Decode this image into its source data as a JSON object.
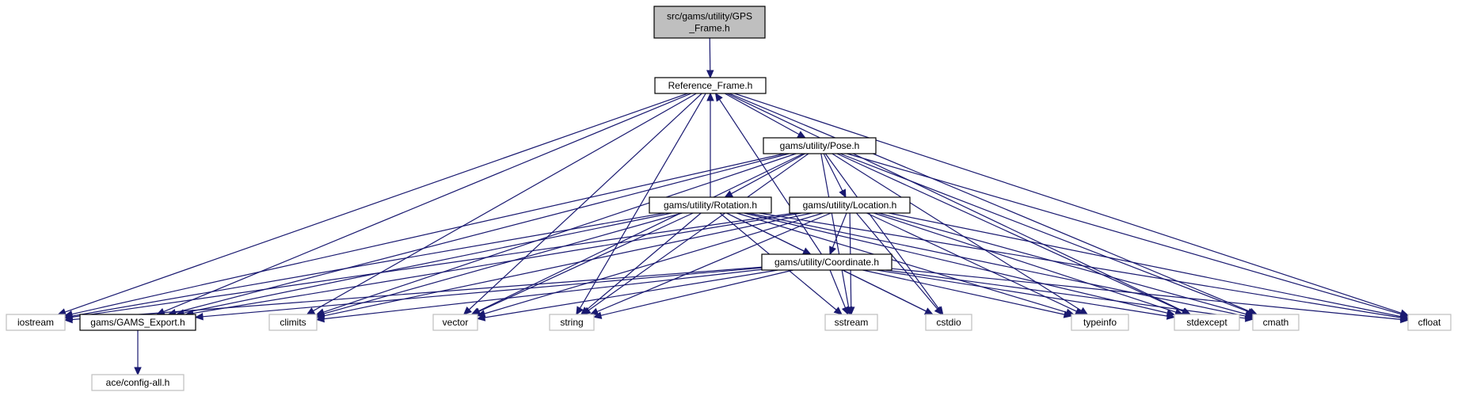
{
  "colors": {
    "edge": "#191970",
    "root_fill": "#bfbfbf",
    "external_border": "#bfbfbf",
    "node_border": "#000000"
  },
  "nodes": [
    {
      "id": "gps_frame",
      "lines": [
        "src/gams/utility/GPS",
        "_Frame.h"
      ],
      "kind": "root"
    },
    {
      "id": "reference_frame",
      "lines": [
        "Reference_Frame.h"
      ],
      "kind": "primary"
    },
    {
      "id": "pose",
      "lines": [
        "gams/utility/Pose.h"
      ],
      "kind": "primary"
    },
    {
      "id": "rotation",
      "lines": [
        "gams/utility/Rotation.h"
      ],
      "kind": "primary"
    },
    {
      "id": "location",
      "lines": [
        "gams/utility/Location.h"
      ],
      "kind": "primary"
    },
    {
      "id": "coordinate",
      "lines": [
        "gams/utility/Coordinate.h"
      ],
      "kind": "primary"
    },
    {
      "id": "iostream",
      "lines": [
        "iostream"
      ],
      "kind": "external"
    },
    {
      "id": "gams_export",
      "lines": [
        "gams/GAMS_Export.h"
      ],
      "kind": "primary"
    },
    {
      "id": "climits",
      "lines": [
        "climits"
      ],
      "kind": "external"
    },
    {
      "id": "vector",
      "lines": [
        "vector"
      ],
      "kind": "external"
    },
    {
      "id": "string",
      "lines": [
        "string"
      ],
      "kind": "external"
    },
    {
      "id": "sstream",
      "lines": [
        "sstream"
      ],
      "kind": "external"
    },
    {
      "id": "cstdio",
      "lines": [
        "cstdio"
      ],
      "kind": "external"
    },
    {
      "id": "typeinfo",
      "lines": [
        "typeinfo"
      ],
      "kind": "external"
    },
    {
      "id": "stdexcept",
      "lines": [
        "stdexcept"
      ],
      "kind": "external"
    },
    {
      "id": "cmath",
      "lines": [
        "cmath"
      ],
      "kind": "external"
    },
    {
      "id": "cfloat",
      "lines": [
        "cfloat"
      ],
      "kind": "external"
    },
    {
      "id": "ace_config",
      "lines": [
        "ace/config-all.h"
      ],
      "kind": "external"
    }
  ],
  "edges": [
    [
      "gps_frame",
      "reference_frame"
    ],
    [
      "reference_frame",
      "pose"
    ],
    [
      "reference_frame",
      "iostream"
    ],
    [
      "reference_frame",
      "gams_export"
    ],
    [
      "reference_frame",
      "climits"
    ],
    [
      "reference_frame",
      "vector"
    ],
    [
      "reference_frame",
      "string"
    ],
    [
      "reference_frame",
      "stdexcept"
    ],
    [
      "reference_frame",
      "cmath"
    ],
    [
      "reference_frame",
      "cfloat"
    ],
    [
      "pose",
      "rotation"
    ],
    [
      "pose",
      "location"
    ],
    [
      "pose",
      "iostream"
    ],
    [
      "pose",
      "gams_export"
    ],
    [
      "pose",
      "climits"
    ],
    [
      "pose",
      "vector"
    ],
    [
      "pose",
      "string"
    ],
    [
      "pose",
      "sstream"
    ],
    [
      "pose",
      "cstdio"
    ],
    [
      "pose",
      "typeinfo"
    ],
    [
      "pose",
      "stdexcept"
    ],
    [
      "pose",
      "cmath"
    ],
    [
      "pose",
      "cfloat"
    ],
    [
      "rotation",
      "reference_frame"
    ],
    [
      "rotation",
      "coordinate"
    ],
    [
      "rotation",
      "iostream"
    ],
    [
      "rotation",
      "gams_export"
    ],
    [
      "rotation",
      "climits"
    ],
    [
      "rotation",
      "vector"
    ],
    [
      "rotation",
      "string"
    ],
    [
      "rotation",
      "sstream"
    ],
    [
      "rotation",
      "cstdio"
    ],
    [
      "rotation",
      "typeinfo"
    ],
    [
      "rotation",
      "stdexcept"
    ],
    [
      "rotation",
      "cmath"
    ],
    [
      "rotation",
      "cfloat"
    ],
    [
      "location",
      "coordinate"
    ],
    [
      "location",
      "iostream"
    ],
    [
      "location",
      "gams_export"
    ],
    [
      "location",
      "climits"
    ],
    [
      "location",
      "vector"
    ],
    [
      "location",
      "string"
    ],
    [
      "location",
      "sstream"
    ],
    [
      "location",
      "cstdio"
    ],
    [
      "location",
      "typeinfo"
    ],
    [
      "location",
      "stdexcept"
    ],
    [
      "location",
      "cmath"
    ],
    [
      "location",
      "cfloat"
    ],
    [
      "coordinate",
      "reference_frame"
    ],
    [
      "coordinate",
      "iostream"
    ],
    [
      "coordinate",
      "gams_export"
    ],
    [
      "coordinate",
      "climits"
    ],
    [
      "coordinate",
      "vector"
    ],
    [
      "coordinate",
      "string"
    ],
    [
      "coordinate",
      "sstream"
    ],
    [
      "coordinate",
      "cstdio"
    ],
    [
      "coordinate",
      "typeinfo"
    ],
    [
      "coordinate",
      "stdexcept"
    ],
    [
      "coordinate",
      "cmath"
    ],
    [
      "coordinate",
      "cfloat"
    ],
    [
      "gams_export",
      "ace_config"
    ]
  ]
}
